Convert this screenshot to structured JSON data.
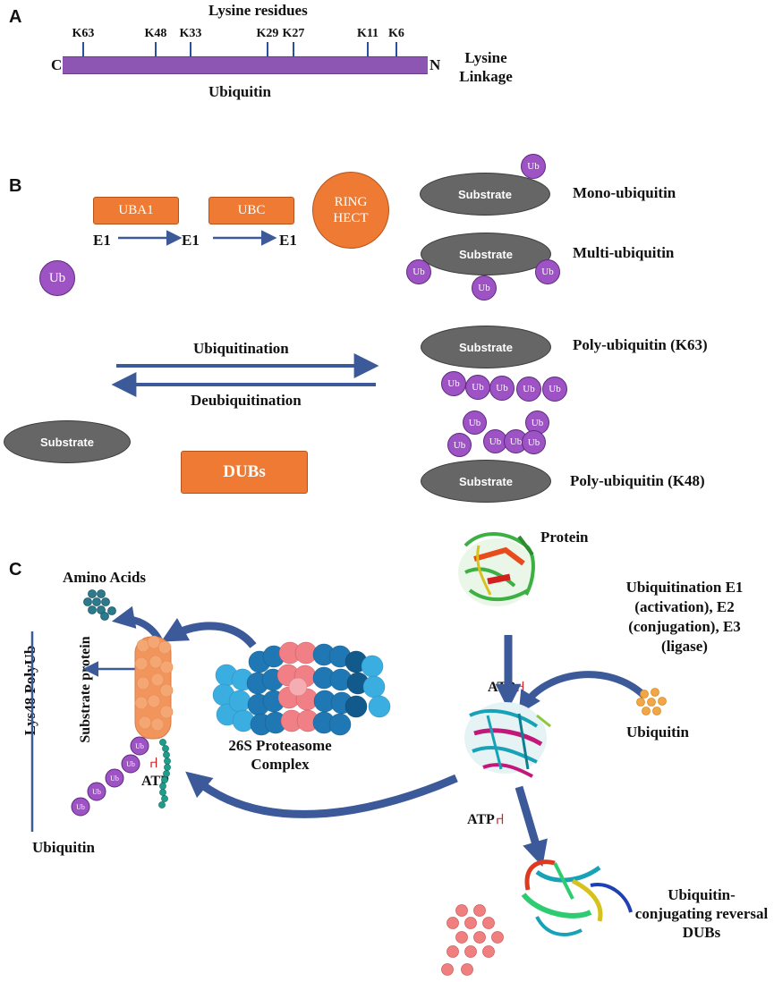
{
  "panels": {
    "a": "A",
    "b": "B",
    "c": "C"
  },
  "panel_a": {
    "title": "Lysine residues",
    "residues": [
      "K63",
      "K48",
      "K33",
      "K29",
      "K27",
      "K11",
      "K6"
    ],
    "c_end": "C",
    "n_end": "N",
    "bar_label": "Ubiquitin",
    "linkage_label": "Lysine Linkage"
  },
  "panel_b": {
    "uba1": "UBA1",
    "ubc": "UBC",
    "ring": "RING HECT",
    "e1": "E1",
    "ub": "Ub",
    "substrate": "Substrate",
    "ubiquitination": "Ubiquitination",
    "deubiquitination": "Deubiquitination",
    "dubs": "DUBs",
    "mono": "Mono-ubiquitin",
    "multi": "Multi-ubiquitin",
    "poly_k63": "Poly-ubiquitin (K63)",
    "poly_k48": "Poly-ubiquitin (K48)"
  },
  "panel_c": {
    "amino_acids": "Amino Acids",
    "substrate_protein": "Substrate protein",
    "lys48": "Lys48 PolyUb",
    "ubiquitin_left": "Ubiquitin",
    "atp": "ATP",
    "proteasome": "26S Proteasome Complex",
    "protein": "Protein",
    "ubiq_e": "Ubiquitination E1 (activation), E2 (conjugation), E3 (ligase)",
    "ubiquitin_right": "Ubiquitin",
    "reversal": "Ubiquitin-conjugating reversal DUBs"
  },
  "colors": {
    "lysine_bar": "#8e56b3",
    "tick": "#2b4f9a",
    "orange": "#ee7a33",
    "ub_purple": "#9d53c4",
    "substrate_gray": "#666666",
    "arrow_blue": "#3c5a9a",
    "atp_red": "#d21f26",
    "amino_teal": "#2c7a8c",
    "ubiquitin_orange": "#f2a646",
    "dub_pink": "#f08080"
  }
}
